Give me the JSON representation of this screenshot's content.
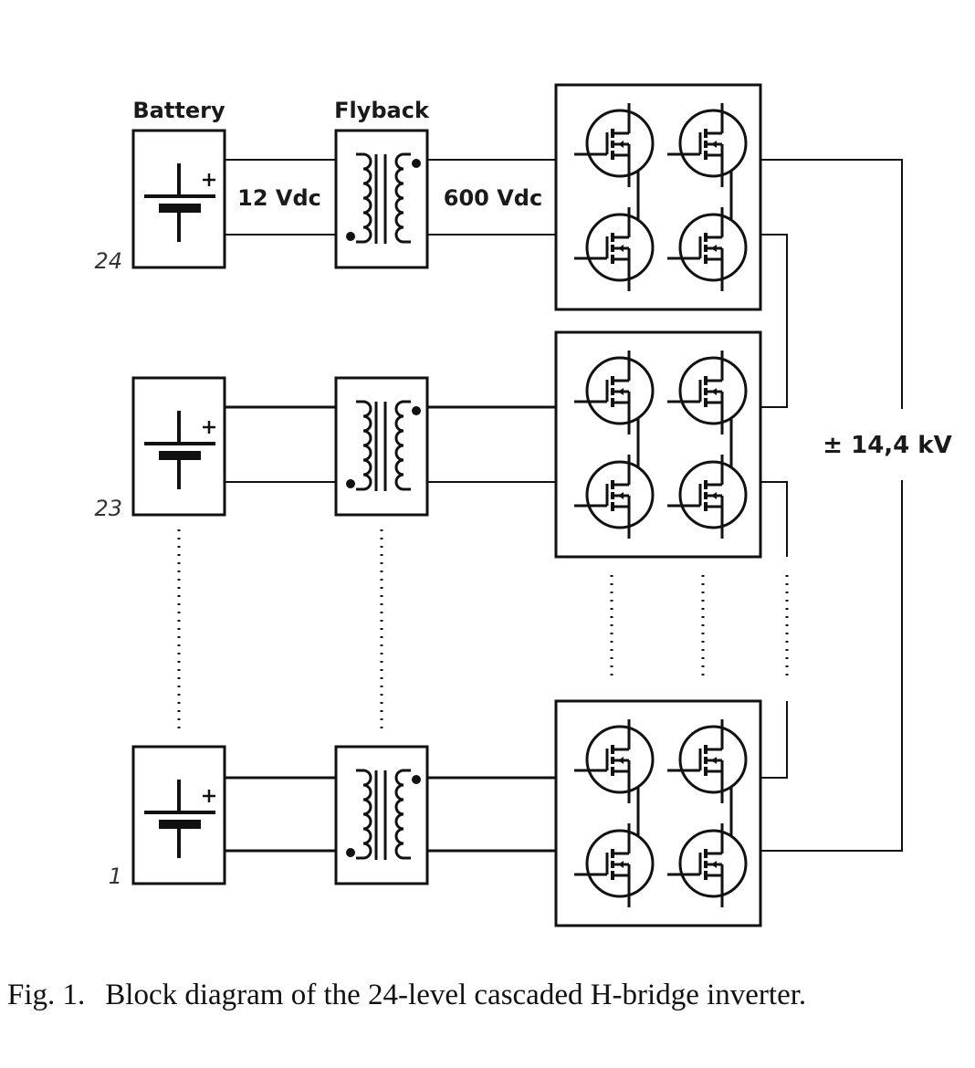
{
  "labels": {
    "battery": "Battery",
    "flyback": "Flyback",
    "input_voltage": "12 Vdc",
    "dc_link_voltage": "600 Vdc",
    "output_voltage": "± 14,4 kV"
  },
  "stages": [
    {
      "level": "24"
    },
    {
      "level": "23"
    },
    {
      "level": "1"
    }
  ],
  "caption": {
    "number": "Fig. 1.",
    "text": "Block diagram of the 24-level cascaded H-bridge inverter."
  }
}
